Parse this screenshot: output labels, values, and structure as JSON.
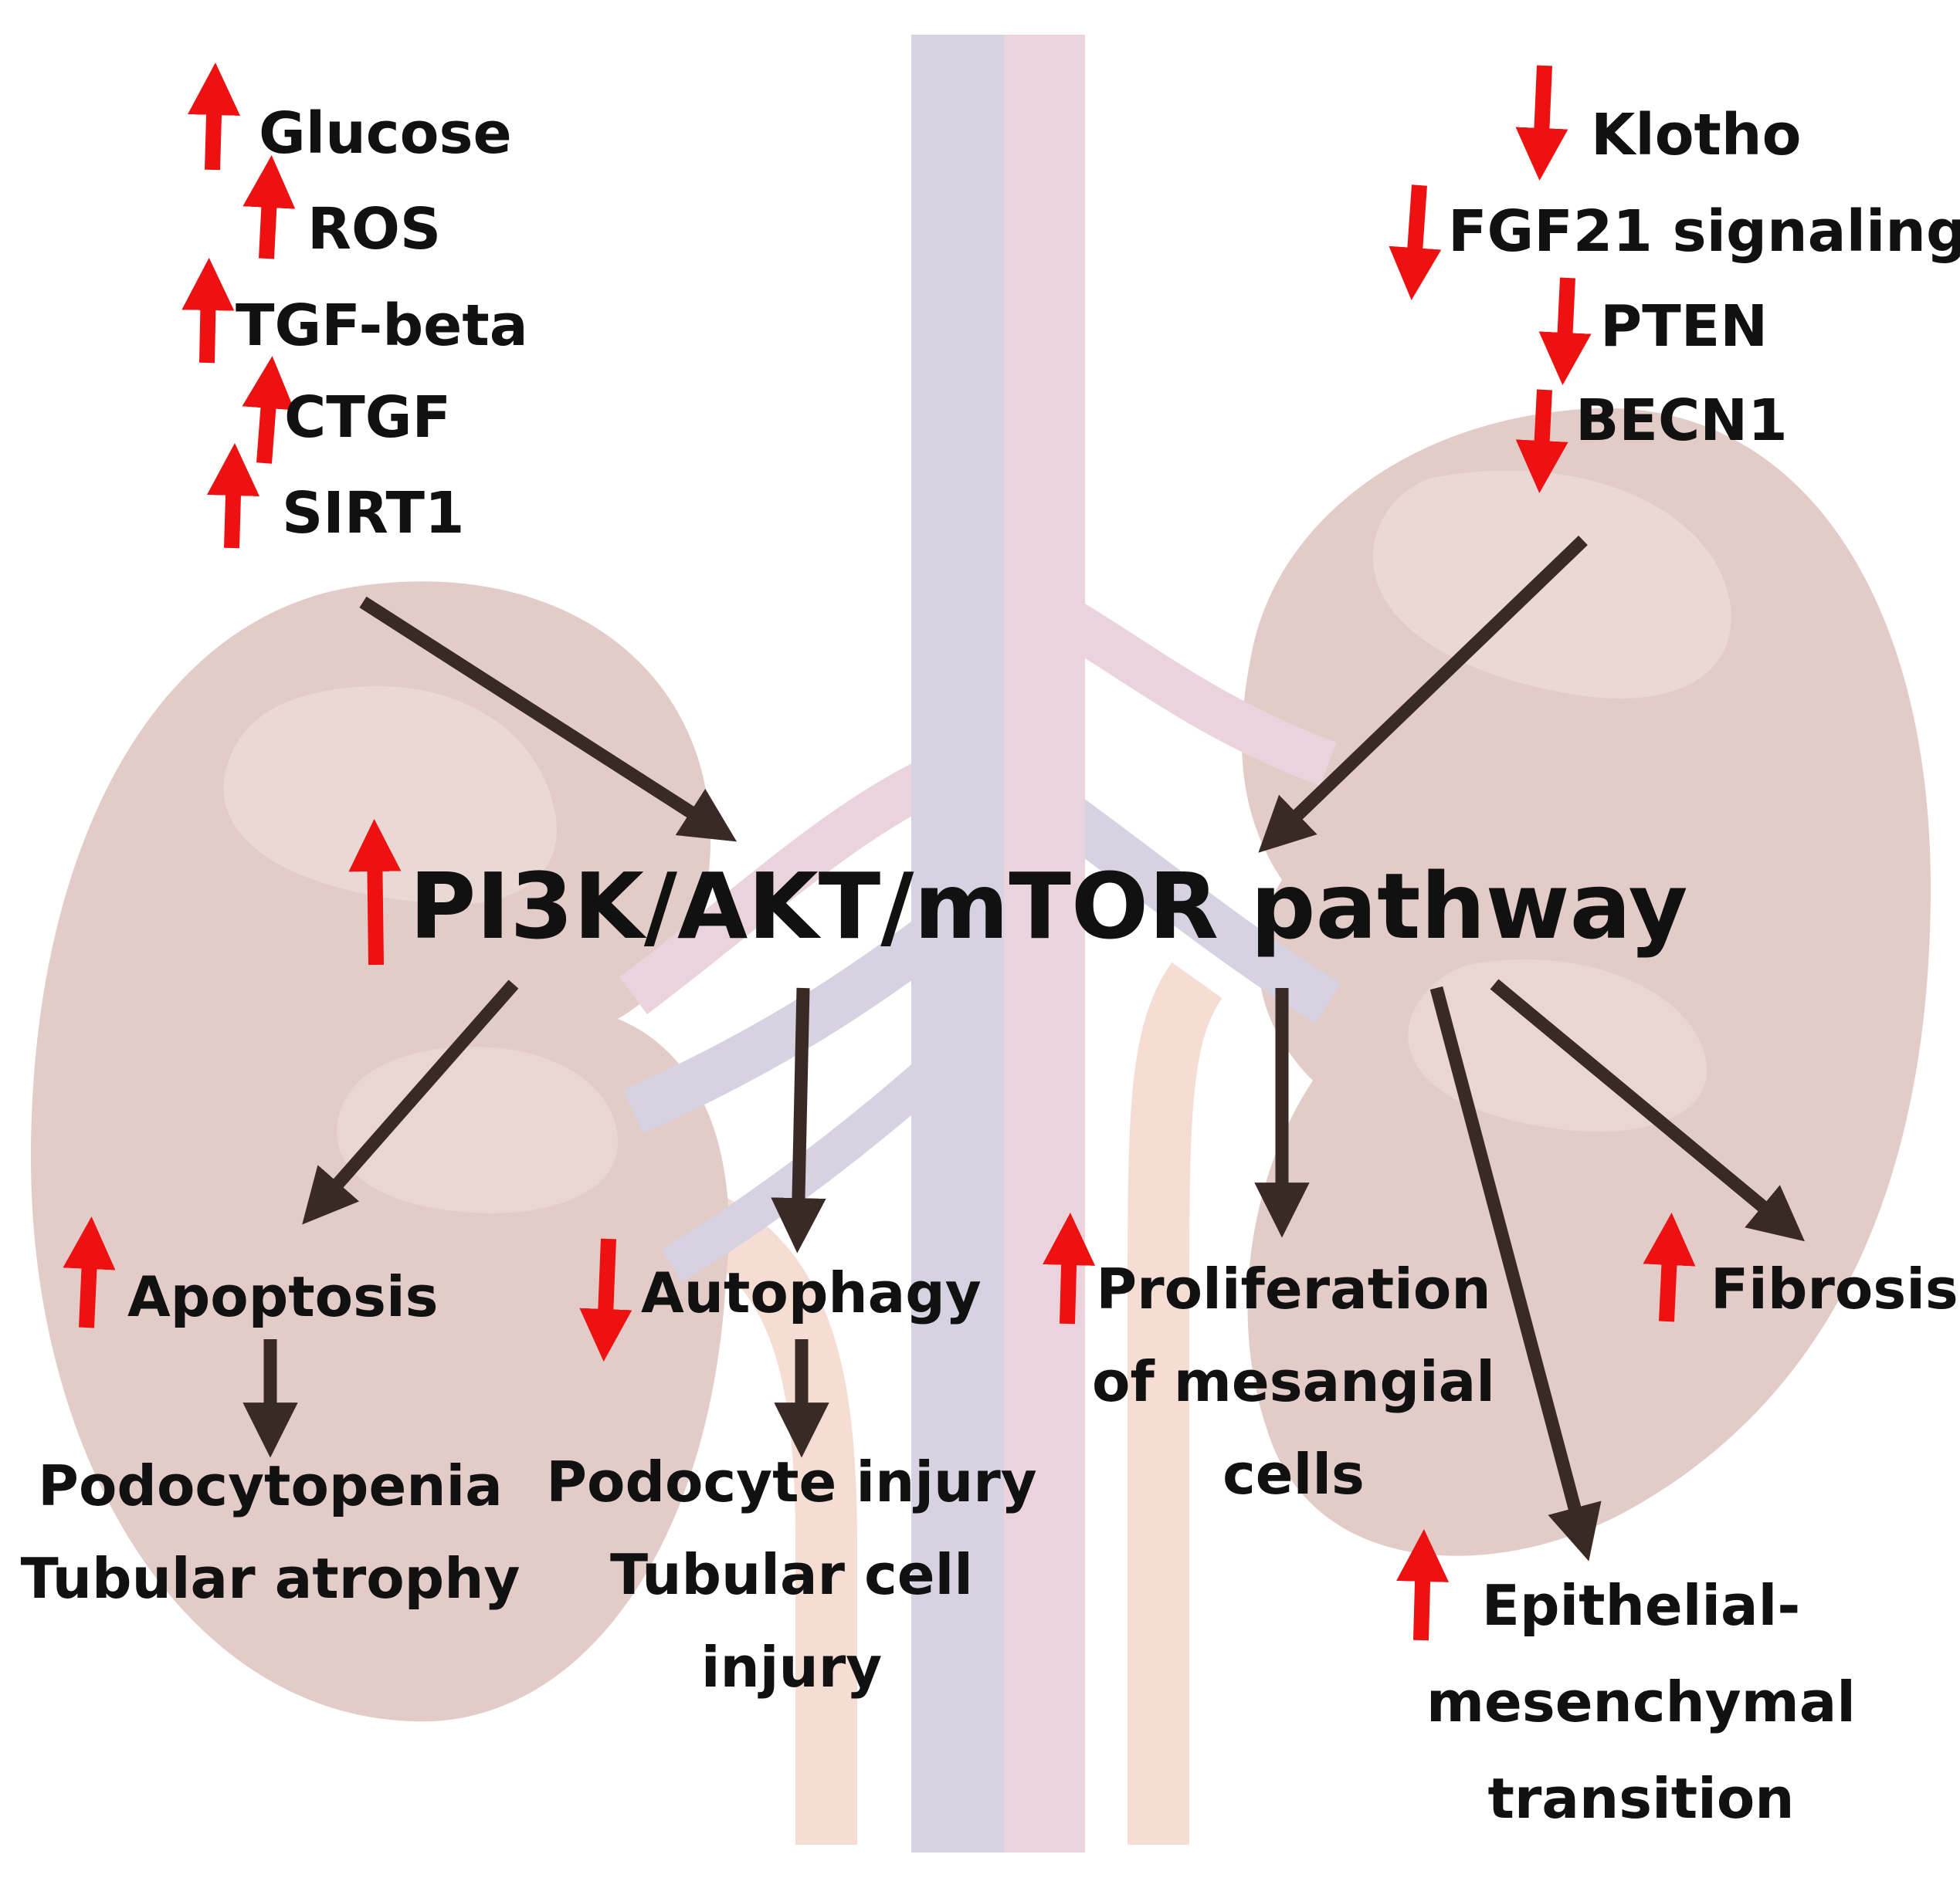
{
  "colors": {
    "kidney": "#e3cbc7",
    "kidney_highlight": "#ead8d4",
    "vein": "#d6d2e1",
    "artery": "#ebd3dd",
    "ureter": "#f6ddd3",
    "arrow_dark": "#3a2a26",
    "up_down_red": "#ee1111",
    "text": "#111111"
  },
  "upstream_up": [
    {
      "label": "Glucose",
      "direction": "up"
    },
    {
      "label": "ROS",
      "direction": "up"
    },
    {
      "label": "TGF-beta",
      "direction": "up"
    },
    {
      "label": "CTGF",
      "direction": "up"
    },
    {
      "label": "SIRT1",
      "direction": "up"
    }
  ],
  "upstream_down": [
    {
      "label": "Klotho",
      "direction": "down"
    },
    {
      "label": "FGF21 signaling",
      "direction": "down"
    },
    {
      "label": "PTEN",
      "direction": "down"
    },
    {
      "label": "BECN1",
      "direction": "down"
    }
  ],
  "center": {
    "label": "PI3K/AKT/mTOR pathway",
    "direction": "up"
  },
  "outcomes": {
    "apoptosis": {
      "label": "Apoptosis",
      "direction": "up",
      "consequence": [
        "Podocytopenia",
        "Tubular atrophy"
      ]
    },
    "autophagy": {
      "label": "Autophagy",
      "direction": "down",
      "consequence": [
        "Podocyte injury",
        "Tubular cell",
        "injury"
      ]
    },
    "proliferation": {
      "label": [
        "Proliferation",
        "of mesangial",
        "cells"
      ],
      "direction": "up"
    },
    "emt": {
      "label": [
        "Epithelial-",
        "mesenchymal",
        "transition"
      ],
      "direction": "up"
    },
    "fibrosis": {
      "label": "Fibrosis",
      "direction": "up"
    }
  },
  "icons": {
    "increase": "red-up-arrow-icon",
    "decrease": "red-down-arrow-icon",
    "kidney": "kidney-icon"
  }
}
